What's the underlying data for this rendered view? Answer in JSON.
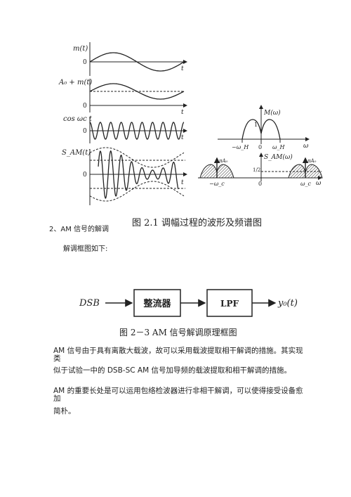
{
  "figure1": {
    "panels": [
      {
        "ylabel": "m(t)",
        "zero": "0",
        "tlabel": "t"
      },
      {
        "ylabel": "A₀ + m(t)",
        "zero": "0",
        "tlabel": "t"
      },
      {
        "ylabel": "cos ωc t",
        "zero": "0",
        "tlabel": "t"
      },
      {
        "ylabel": "S_AM(t)",
        "zero": "0",
        "tlabel": "t"
      }
    ],
    "spectrum_top": {
      "ylabel": "M(ω)",
      "one": "1",
      "left_tick": "−ω_H",
      "zero": "0",
      "right_tick": "ω_H",
      "axis": "ω"
    },
    "spectrum_bottom": {
      "left_peak": "πA₀",
      "right_peak": "πA₀",
      "ylabel": "S_AM(ω)",
      "half": "1/2",
      "left_tick": "−ω_c",
      "zero": "0",
      "right_tick": "ω_c",
      "axis": "ω"
    },
    "caption": "图 2.1 调幅过程的波形及频谱图"
  },
  "section_heading": "2、AM 信号的解调",
  "intro": "解调框图如下:",
  "figure2": {
    "input_label": "DSB",
    "box1": "整流器",
    "box2": "LPF",
    "output_label": "y₀(t)",
    "caption": "图 2－3 AM 信号解调原理框图"
  },
  "paragraphs": [
    "AM 信号由于具有离散大载波，故可以采用载波提取相干解调的措施。其实现类",
    "似于试验一中的 DSB-SC AM 信号加导频的载波提取和相干解调的措施。",
    "AM 的重要长处是可以运用包络检波器进行非相干解调，可以使得接受设备愈加",
    "简朴。"
  ]
}
